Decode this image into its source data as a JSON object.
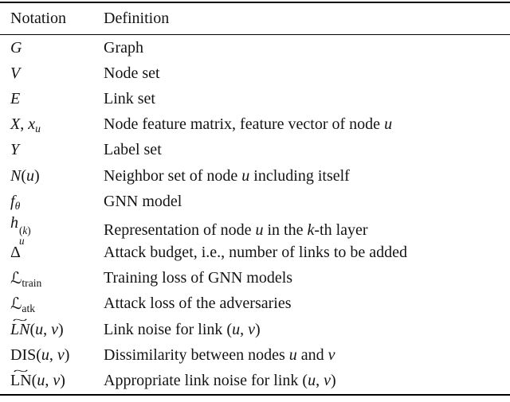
{
  "colors": {
    "background": "#ffffff",
    "text": "#141414",
    "rule": "#000000"
  },
  "header": {
    "notation": "Notation",
    "definition": "Definition"
  },
  "rows": [
    {
      "notation": "<i>G</i>",
      "definition": "Graph"
    },
    {
      "notation": "<i>V</i>",
      "definition": "Node set"
    },
    {
      "notation": "<i>E</i>",
      "definition": "Link set"
    },
    {
      "notation": "<i>X</i>, <i>x</i><sub><i>u</i></sub>",
      "definition": "Node feature matrix, feature vector of node <i>u</i>"
    },
    {
      "notation": "<i>Y</i>",
      "definition": "Label set"
    },
    {
      "notation": "<span class=\"cal\">N</span>(<i>u</i>)",
      "definition": "Neighbor set of node <i>u</i> including itself"
    },
    {
      "notation": "<i>f</i><sub><i>θ</i></sub>",
      "definition": "GNN model"
    },
    {
      "notation": "<i>h</i><span class=\"stk\"><span>(<i>k</i>)</span><span><i>u</i></span></span>",
      "definition": "Representation of node <i>u</i> in the <i>k</i>-th layer"
    },
    {
      "notation": "Δ",
      "definition": "Attack budget, i.e., number of links to be added"
    },
    {
      "notation": "<span class=\"scr\">ℒ</span><sub>train</sub>",
      "definition": "Training loss of GNN models"
    },
    {
      "notation": "<span class=\"scr\">ℒ</span><sub>atk</sub>",
      "definition": "Attack loss of the adversaries"
    },
    {
      "notation": "<span class=\"wt\"><span class=\"tld\">~</span><i>LN</i></span>(<i>u</i>, <i>v</i>)",
      "definition": "Link noise for link (<i>u</i>, <i>v</i>)"
    },
    {
      "notation": "DIS(<i>u</i>, <i>v</i>)",
      "definition": "Dissimilarity between nodes <i>u</i> and <i>v</i>"
    },
    {
      "notation": "<span class=\"wt\"><span class=\"tld\">~</span>LN</span>(<i>u</i>, <i>v</i>)",
      "definition": "Appropriate link noise for link (<i>u</i>, <i>v</i>)"
    }
  ]
}
